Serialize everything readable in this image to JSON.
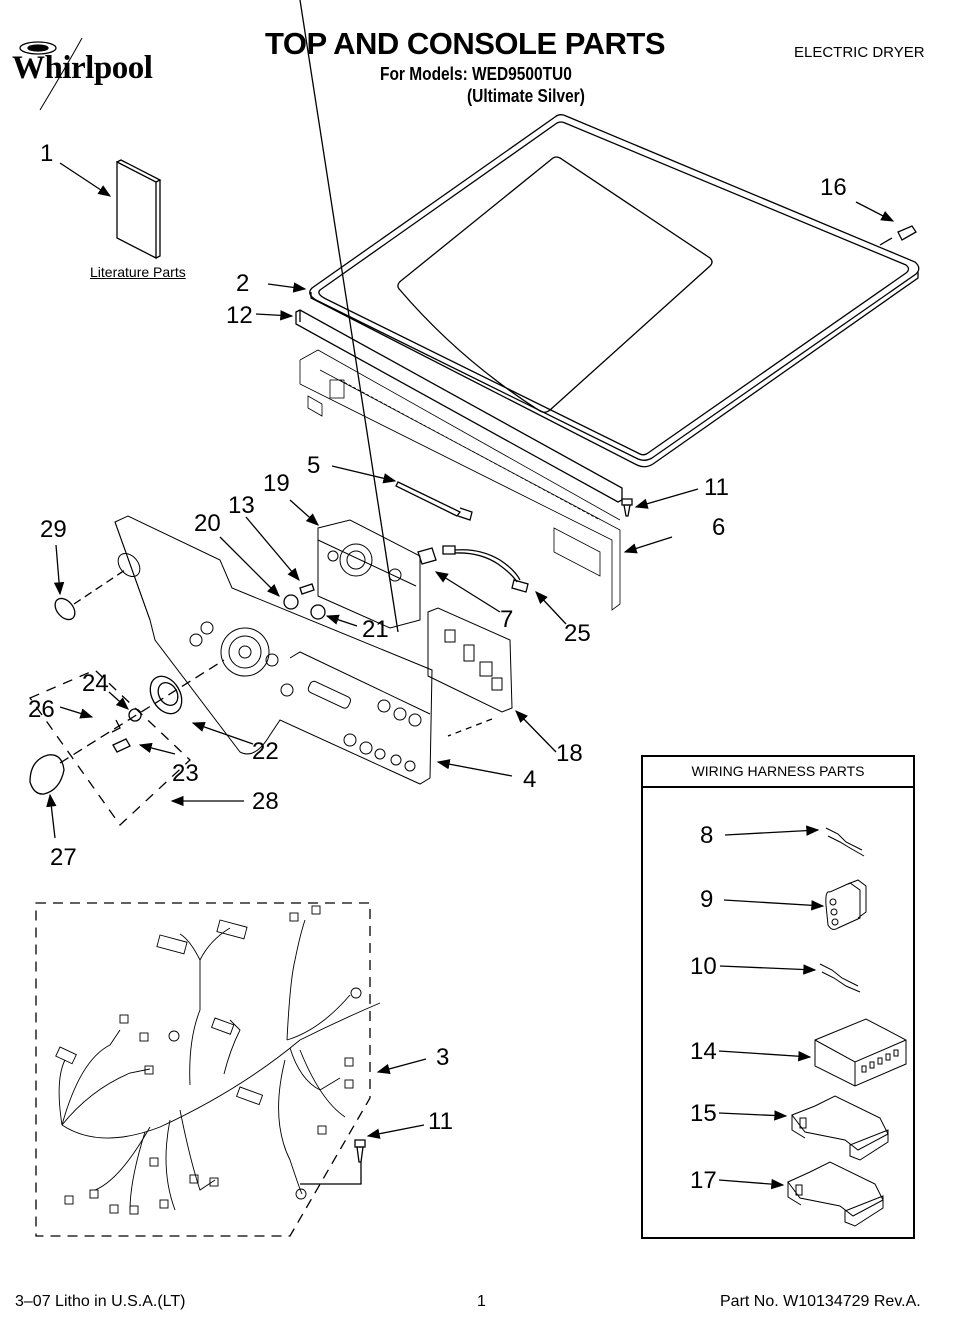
{
  "header": {
    "brand": "Whirlpool",
    "title": "TOP AND CONSOLE PARTS",
    "models_line": "For Models: WED9500TU0",
    "color_note": "(Ultimate Silver)",
    "category": "ELECTRIC DRYER"
  },
  "literature": {
    "label": "Literature Parts"
  },
  "callouts": {
    "c1": "1",
    "c2": "2",
    "c3": "3",
    "c4": "4",
    "c5": "5",
    "c6": "6",
    "c7": "7",
    "c8": "8",
    "c9": "9",
    "c10": "10",
    "c11a": "11",
    "c11b": "11",
    "c12": "12",
    "c13": "13",
    "c14": "14",
    "c15": "15",
    "c16": "16",
    "c17": "17",
    "c18": "18",
    "c19": "19",
    "c20": "20",
    "c21": "21",
    "c22": "22",
    "c23": "23",
    "c24": "24",
    "c25": "25",
    "c26": "26",
    "c27": "27",
    "c28": "28",
    "c29": "29"
  },
  "wiring_harness_parts": {
    "title": "WIRING HARNESS PARTS",
    "items": [
      "8",
      "9",
      "10",
      "14",
      "15",
      "17"
    ]
  },
  "footer": {
    "print_info": "3–07 Litho in U.S.A.(LT)",
    "page_number": "1",
    "part_number": "Part No. W10134729 Rev.A."
  }
}
